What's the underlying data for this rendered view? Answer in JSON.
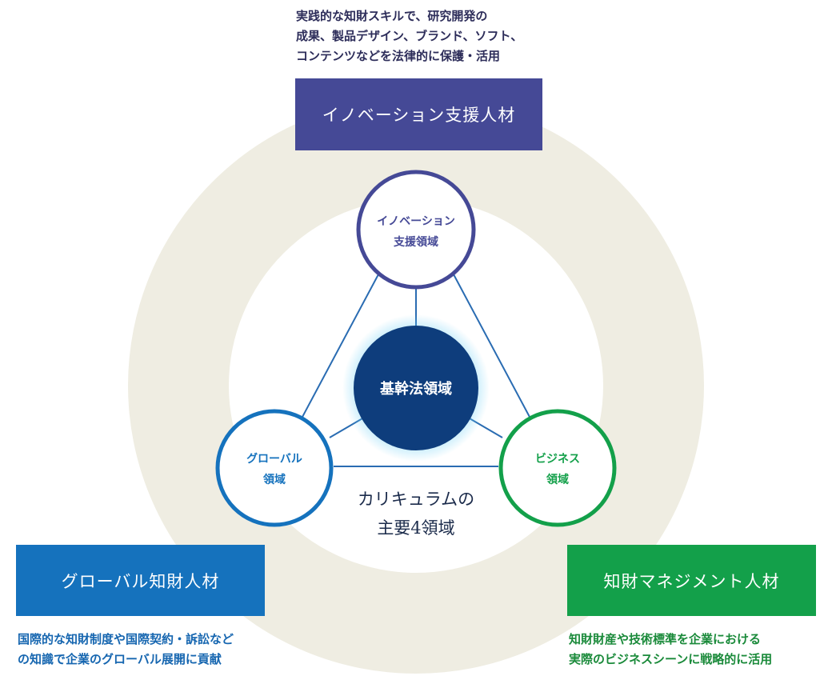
{
  "top_description": [
    "実践的な知財スキルで、研究開発の",
    "成果、製品デザイン、ブランド、ソフト、",
    "コンテンツなどを法律的に保護・活用"
  ],
  "left_description": [
    "国際的な知財制度や国際契約・訴訟などの知識で企業のグローバル展開に貢献"
  ],
  "right_description": [
    "知財財産や技術標準を企業における",
    "実際のビジネスシーンに戦略的に活用"
  ],
  "boxes": {
    "innovation": "イノベーション支援人材",
    "global": "グローバル知財人材",
    "management": "知財マネジメント人材"
  },
  "nodes": {
    "center": "基幹法領域",
    "top": [
      "イノベーション",
      "支援領域"
    ],
    "left": [
      "グローバル",
      "領域"
    ],
    "right": [
      "ビジネス",
      "領域"
    ]
  },
  "caption": [
    "カリキュラムの",
    "主要4領域"
  ],
  "colors": {
    "ring": "#efede2",
    "innovation": "#454996",
    "global": "#1572bd",
    "management": "#13a04a",
    "center": "#0e3d7c",
    "connector": "#2a6cb2"
  }
}
